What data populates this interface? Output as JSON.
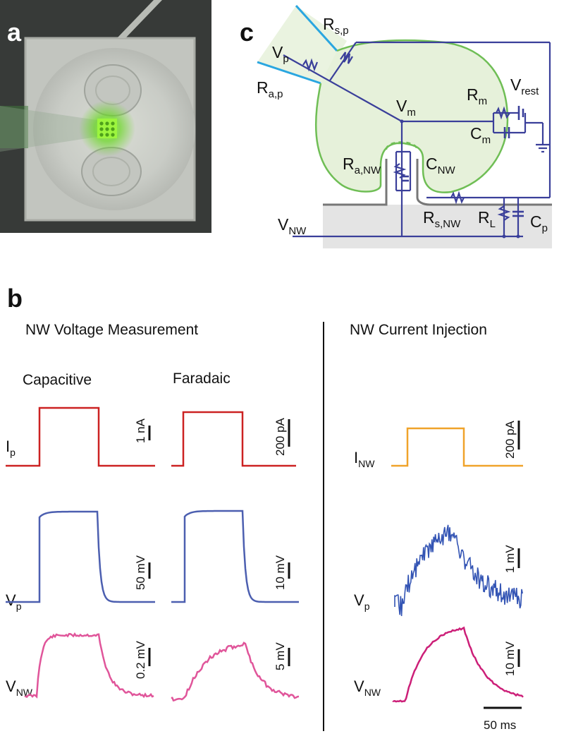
{
  "panels": {
    "a": {
      "letter": "a"
    },
    "b": {
      "letter": "b"
    },
    "c": {
      "letter": "c"
    }
  },
  "circuit": {
    "labels": {
      "Vp": {
        "main": "V",
        "sub": "p"
      },
      "Rsp": {
        "main": "R",
        "sub": "s,p"
      },
      "Rap": {
        "main": "R",
        "sub": "a,p"
      },
      "Vm": {
        "main": "V",
        "sub": "m"
      },
      "Rm": {
        "main": "R",
        "sub": "m"
      },
      "Vrest": {
        "main": "V",
        "sub": "rest"
      },
      "Cm": {
        "main": "C",
        "sub": "m"
      },
      "RaNW": {
        "main": "R",
        "sub": "a,NW"
      },
      "CNW": {
        "main": "C",
        "sub": "NW"
      },
      "RsNW": {
        "main": "R",
        "sub": "s,NW"
      },
      "RL": {
        "main": "R",
        "sub": "L"
      },
      "Cp": {
        "main": "C",
        "sub": "p"
      },
      "VNW": {
        "main": "V",
        "sub": "NW"
      }
    }
  },
  "panel_b": {
    "left_heading": "NW Voltage Measurement",
    "right_heading": "NW Current Injection",
    "mode_capacitive": "Capacitive",
    "mode_faradaic": "Faradaic",
    "row_labels": {
      "Ip": {
        "main": "I",
        "sub": "p"
      },
      "Vp": {
        "main": "V",
        "sub": "p"
      },
      "VNW": {
        "main": "V",
        "sub": "NW"
      },
      "INW": {
        "main": "I",
        "sub": "NW"
      },
      "Vp2": {
        "main": "V",
        "sub": "p"
      },
      "VNW2": {
        "main": "V",
        "sub": "NW"
      }
    },
    "scale_bars": {
      "cap_Ip": "1 nA",
      "far_Ip": "200 pA",
      "cap_Vp": "50 mV",
      "far_Vp": "10 mV",
      "cap_VNW": "0.2 mV",
      "far_VNW": "5 mV",
      "inj_INW": "200 pA",
      "inj_Vp": "1 mV",
      "inj_VNW": "10 mV",
      "time": "50 ms"
    },
    "colors": {
      "current_pipette": "#cc2222",
      "voltage_pipette": "#4c5fb0",
      "voltage_nw": "#e0559a",
      "current_nw": "#f0a32a",
      "inj_voltage_pipette": "#3354b4",
      "inj_voltage_nw": "#cc1f78"
    }
  }
}
